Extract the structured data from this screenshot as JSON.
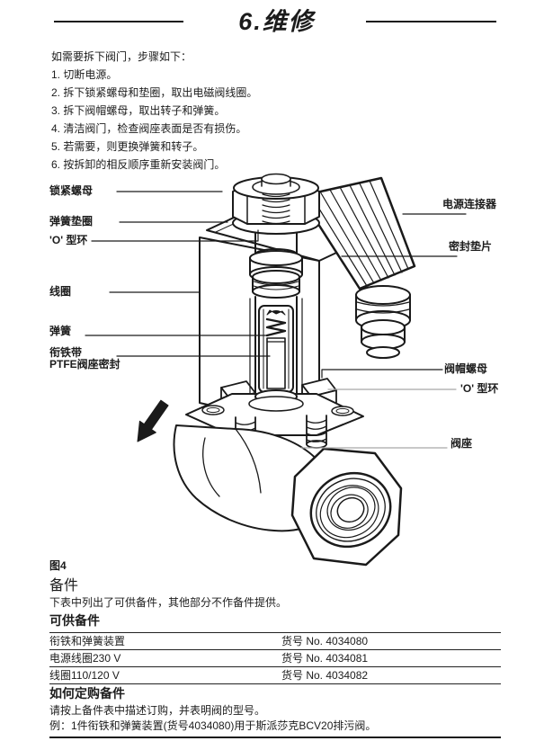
{
  "title": "6.维修",
  "intro": "如需要拆下阀门，步骤如下：",
  "steps": [
    "1. 切断电源。",
    "2. 拆下锁紧螺母和垫圈，取出电磁阀线圈。",
    "3. 拆下阀帽螺母，取出转子和弹簧。",
    "4. 清洁阀门，检查阀座表面是否有损伤。",
    "5. 若需要，则更换弹簧和转子。",
    "6. 按拆卸的相反顺序重新安装阀门。"
  ],
  "figure": {
    "caption": "图4",
    "labels": {
      "lock_nut": "锁紧螺母",
      "spring_washer": "弹簧垫圈",
      "o_ring_left": "'O' 型环",
      "coil": "线圈",
      "spring": "弹簧",
      "armature_line1": "衔铁带",
      "armature_line2": "PTFE阀座密封",
      "power_connector": "电源连接器",
      "sealing_gasket": "密封垫片",
      "bonnet_nut": "阀帽螺母",
      "o_ring_right": "'O' 型环",
      "valve_seat": "阀座"
    }
  },
  "spares": {
    "heading": "备件",
    "intro": "下表中列出了可供备件，其他部分不作备件提供。",
    "available_heading": "可供备件",
    "table": {
      "rows": [
        {
          "part": "衔铁和弹簧装置",
          "number": "货号 No. 4034080"
        },
        {
          "part": "电源线圈230 V",
          "number": "货号 No. 4034081"
        },
        {
          "part": "线圈110/120 V",
          "number": "货号 No. 4034082"
        }
      ]
    },
    "order_heading": "如何定购备件",
    "order_text": "请按上备件表中描述订购，并表明阀的型号。",
    "order_example": "例：1件衔铁和弹簧装置(货号4034080)用于斯派莎克BCV20排污阀。"
  },
  "colors": {
    "ink": "#1a1a1a",
    "leader_gray": "#a6a6a6"
  }
}
